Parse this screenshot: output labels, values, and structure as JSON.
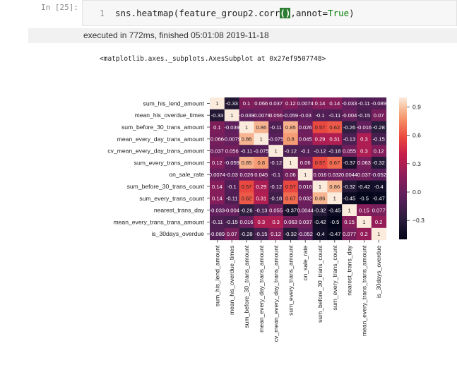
{
  "cell": {
    "prompt": "In  [25]:",
    "line_number": "1",
    "code_before": "sns.heatmap(feature_group2.corr",
    "code_paren": "()",
    "code_after": ",annot=",
    "code_true": "True",
    "code_close": ")"
  },
  "execution": {
    "status_text": "executed in 772ms, finished 05:01:08 2019-11-18"
  },
  "output": {
    "repr_text": "<matplotlib.axes._subplots.AxesSubplot at 0x27ef9507748>"
  },
  "chart_data": {
    "type": "heatmap",
    "labels": [
      "sum_his_lend_amount",
      "mean_his_overdue_times",
      "sum_before_30_trans_amount",
      "mean_every_day_trans_amount",
      "cv_mean_every_day_trans_amount",
      "sum_every_trans_amount",
      "on_sale_rate",
      "sum_before_30_trans_count",
      "sum_every_trans_count",
      "nearest_trans_day",
      "mean_every_trans_trans_amount",
      "is_30days_overdue"
    ],
    "annotations": [
      [
        "1",
        "-0.33",
        "0.1",
        "0.066",
        "0.037",
        "0.12",
        "0.0074",
        "0.14",
        "0.14",
        "-0.033",
        "-0.11",
        "-0.089"
      ],
      [
        "-0.33",
        "1",
        "-0.039",
        "-0.0079",
        "0.056",
        "-0.059",
        "-0.03",
        "-0.1",
        "-0.11",
        "-0.004",
        "-0.15",
        "0.07"
      ],
      [
        "0.1",
        "-0.039",
        "1",
        "0.86",
        "-0.11",
        "0.85",
        "0.026",
        "0.57",
        "0.62",
        "-0.26",
        "-0.016",
        "-0.28"
      ],
      [
        "0.066",
        "-0.0079",
        "0.86",
        "1",
        "-0.075",
        "0.8",
        "0.045",
        "0.29",
        "0.31",
        "-0.13",
        "0.3",
        "-0.15"
      ],
      [
        "0.037",
        "0.056",
        "-0.11",
        "-0.075",
        "1",
        "-0.12",
        "-0.1",
        "-0.12",
        "-0.18",
        "0.055",
        "0.3",
        "0.12"
      ],
      [
        "0.12",
        "-0.059",
        "0.85",
        "0.8",
        "-0.12",
        "1",
        "0.06",
        "0.57",
        "0.67",
        "-0.37",
        "0.063",
        "-0.32"
      ],
      [
        "0.0074",
        "-0.03",
        "0.026",
        "0.045",
        "-0.1",
        "0.06",
        "1",
        "0.016",
        "0.032",
        "0.0044",
        "0.037",
        "-0.052"
      ],
      [
        "0.14",
        "-0.1",
        "0.57",
        "0.29",
        "-0.12",
        "0.57",
        "0.016",
        "1",
        "0.86",
        "-0.32",
        "-0.42",
        "-0.4"
      ],
      [
        "0.14",
        "-0.11",
        "0.62",
        "0.31",
        "-0.18",
        "0.67",
        "0.032",
        "0.86",
        "1",
        "-0.45",
        "-0.5",
        "-0.47"
      ],
      [
        "-0.033",
        "-0.004",
        "-0.26",
        "-0.13",
        "0.055",
        "-0.37",
        "0.0044",
        "-0.32",
        "-0.45",
        "1",
        "0.15",
        "0.077"
      ],
      [
        "-0.11",
        "-0.15",
        "0.016",
        "0.3",
        "0.3",
        "0.063",
        "0.037",
        "-0.42",
        "-0.5",
        "0.15",
        "1",
        "0.2"
      ],
      [
        "-0.089",
        "0.07",
        "-0.28",
        "-0.15",
        "0.12",
        "-0.32",
        "-0.052",
        "-0.4",
        "-0.47",
        "0.077",
        "0.2",
        "1"
      ]
    ],
    "values": [
      [
        1,
        -0.33,
        0.1,
        0.066,
        0.037,
        0.12,
        0.0074,
        0.14,
        0.14,
        -0.033,
        -0.11,
        -0.089
      ],
      [
        -0.33,
        1,
        -0.039,
        -0.0079,
        0.056,
        -0.059,
        -0.03,
        -0.1,
        -0.11,
        -0.004,
        -0.15,
        0.07
      ],
      [
        0.1,
        -0.039,
        1,
        0.86,
        -0.11,
        0.85,
        0.026,
        0.57,
        0.62,
        -0.26,
        -0.016,
        -0.28
      ],
      [
        0.066,
        -0.0079,
        0.86,
        1,
        -0.075,
        0.8,
        0.045,
        0.29,
        0.31,
        -0.13,
        0.3,
        -0.15
      ],
      [
        0.037,
        0.056,
        -0.11,
        -0.075,
        1,
        -0.12,
        -0.1,
        -0.12,
        -0.18,
        0.055,
        0.3,
        0.12
      ],
      [
        0.12,
        -0.059,
        0.85,
        0.8,
        -0.12,
        1,
        0.06,
        0.57,
        0.67,
        -0.37,
        0.063,
        -0.32
      ],
      [
        0.0074,
        -0.03,
        0.026,
        0.045,
        -0.1,
        0.06,
        1,
        0.016,
        0.032,
        0.0044,
        0.037,
        -0.052
      ],
      [
        0.14,
        -0.1,
        0.57,
        0.29,
        -0.12,
        0.57,
        0.016,
        1,
        0.86,
        -0.32,
        -0.42,
        -0.4
      ],
      [
        0.14,
        -0.11,
        0.62,
        0.31,
        -0.18,
        0.67,
        0.032,
        0.86,
        1,
        -0.45,
        -0.5,
        -0.47
      ],
      [
        -0.033,
        -0.004,
        -0.26,
        -0.13,
        0.055,
        -0.37,
        0.0044,
        -0.32,
        -0.45,
        1,
        0.15,
        0.077
      ],
      [
        -0.11,
        -0.15,
        0.016,
        0.3,
        0.3,
        0.063,
        0.037,
        -0.42,
        -0.5,
        0.15,
        1,
        0.2
      ],
      [
        -0.089,
        0.07,
        -0.28,
        -0.15,
        0.12,
        -0.32,
        -0.052,
        -0.4,
        -0.47,
        0.077,
        0.2,
        1
      ]
    ],
    "colorbar": {
      "vmin": -0.5,
      "vmax": 1.0,
      "ticks": [
        0.9,
        0.6,
        0.3,
        0.0,
        -0.3
      ],
      "tick_labels": [
        "0.9",
        "0.6",
        "0.3",
        "0.0",
        "−0.3"
      ]
    },
    "colormap": "rocket",
    "grid": false
  }
}
